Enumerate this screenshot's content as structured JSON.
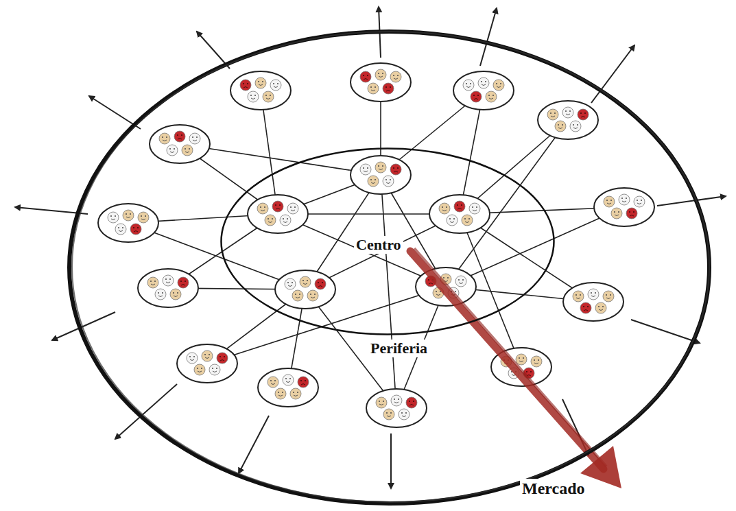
{
  "diagram": {
    "nodes": [
      {
        "text": [
          "Periferia"
        ]
      },
      {
        "text": [
          "Centro"
        ],
        "in": 0
      }
    ],
    "labels": [
      "Mercado"
    ]
  }
}
